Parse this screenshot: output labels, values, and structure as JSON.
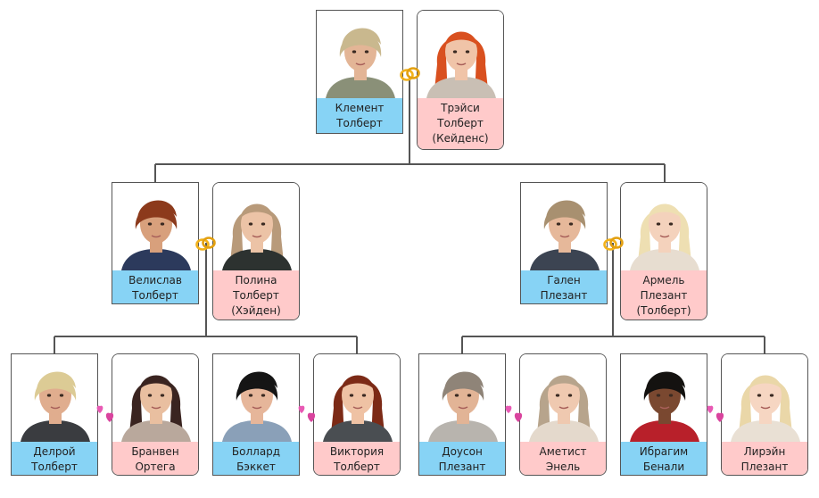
{
  "colors": {
    "male_label": "#87d3f5",
    "female_label": "#ffcaca",
    "line": "#555555",
    "ring": "#f2b21b",
    "heart": "#e85ab4"
  },
  "icons": {
    "marriage": "wedding-rings-icon",
    "partner": "hearts-icon"
  },
  "people": [
    {
      "id": "klement",
      "gender": "male",
      "hair": "#c9b88e",
      "skin": "#e3b596",
      "shirt": "#8a9078",
      "lines": [
        "Клемент",
        "Толберт"
      ]
    },
    {
      "id": "treysi",
      "gender": "female",
      "hair": "#d9501f",
      "skin": "#f0c4a8",
      "shirt": "#c9bfb4",
      "lines": [
        "Трэйси",
        "Толберт",
        "(Кейденс)"
      ]
    },
    {
      "id": "velislav",
      "gender": "male",
      "hair": "#8c3a1c",
      "skin": "#d8a07c",
      "shirt": "#2c3a5c",
      "lines": [
        "Велислав",
        "Толберт"
      ]
    },
    {
      "id": "polina",
      "gender": "female",
      "hair": "#b89a7a",
      "skin": "#ecc3a6",
      "shirt": "#2d3230",
      "lines": [
        "Полина",
        "Толберт",
        "(Хэйден)"
      ]
    },
    {
      "id": "galen",
      "gender": "male",
      "hair": "#a89070",
      "skin": "#e6b89a",
      "shirt": "#3c4452",
      "lines": [
        "Гален",
        "Плезант"
      ]
    },
    {
      "id": "armel",
      "gender": "female",
      "hair": "#eedfb2",
      "skin": "#f4d2bc",
      "shirt": "#e7ddd0",
      "lines": [
        "Армель",
        "Плезант",
        "(Толберт)"
      ]
    },
    {
      "id": "delroy",
      "gender": "male",
      "hair": "#dccb95",
      "skin": "#e0ad8e",
      "shirt": "#3a3c40",
      "lines": [
        "Делрой",
        "Толберт"
      ]
    },
    {
      "id": "branven",
      "gender": "female",
      "hair": "#3a2420",
      "skin": "#e9bfa0",
      "shirt": "#b9a89c",
      "lines": [
        "Бранвен",
        "Ортега"
      ]
    },
    {
      "id": "bollard",
      "gender": "male",
      "hair": "#151515",
      "skin": "#e6b69a",
      "shirt": "#8aa0b8",
      "lines": [
        "Боллард",
        "Бэккет"
      ]
    },
    {
      "id": "viktoriya",
      "gender": "female",
      "hair": "#7c2a16",
      "skin": "#efc2a4",
      "shirt": "#4a4e52",
      "lines": [
        "Виктория",
        "Толберт"
      ]
    },
    {
      "id": "douson",
      "gender": "male",
      "hair": "#8f8478",
      "skin": "#e2b496",
      "shirt": "#b8b4ae",
      "lines": [
        "Доусон",
        "Плезант"
      ]
    },
    {
      "id": "ametist",
      "gender": "female",
      "hair": "#b7a48c",
      "skin": "#efc9b0",
      "shirt": "#e4d9cc",
      "lines": [
        "Аметист",
        "Энель"
      ]
    },
    {
      "id": "ibragim",
      "gender": "male",
      "hair": "#141210",
      "skin": "#7a4830",
      "shirt": "#b8202a",
      "lines": [
        "Ибрагим",
        "Бенали"
      ]
    },
    {
      "id": "lireyn",
      "gender": "female",
      "hair": "#ead7a8",
      "skin": "#f6d6c2",
      "shirt": "#e9e0d4",
      "lines": [
        "Лирэйн",
        "Плезант"
      ]
    }
  ]
}
